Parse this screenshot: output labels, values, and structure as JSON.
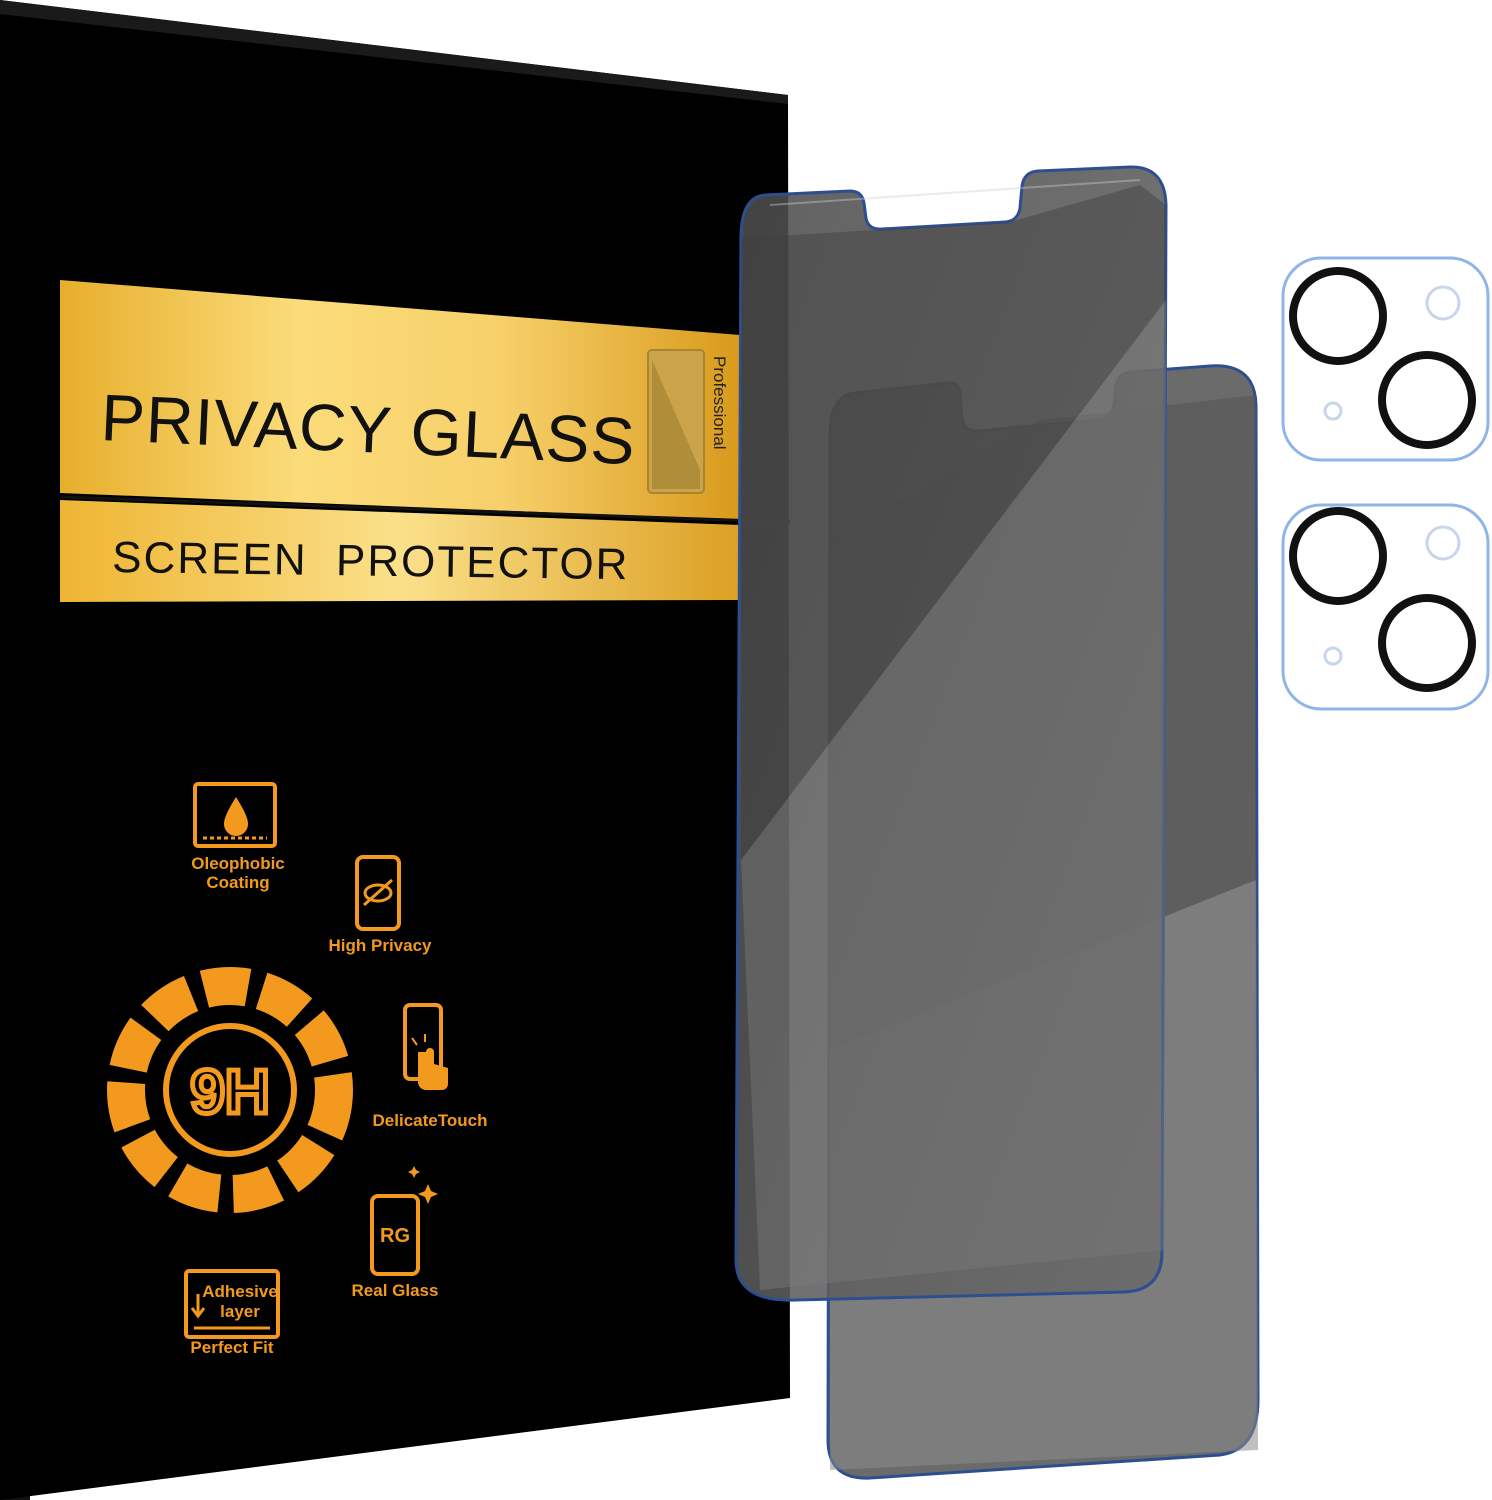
{
  "box": {
    "title": "PRIVACY GLASS",
    "subtitle": "SCREEN  PROTECTOR",
    "side_label": "Professional"
  },
  "features": {
    "oleophobic_line1": "Oleophobic",
    "oleophobic_line2": "Coating",
    "high_privacy": "High Privacy",
    "hardness": "9H",
    "delicate_touch": "DelicateTouch",
    "real_glass_badge": "RG",
    "real_glass": "Real Glass",
    "adhesive_line1": "Adhesive",
    "adhesive_line2": "layer",
    "perfect_fit": "Perfect Fit"
  },
  "colors": {
    "box_black": "#000000",
    "gold_band": "#f5c64a",
    "feature_orange": "#f39a1e",
    "privacy_glass": "#5e5e5e",
    "glass_edge_blue": "#2e4f8f",
    "lens_ring": "#111111"
  },
  "icons": [
    "oil-drop-icon",
    "eye-slash-phone-icon",
    "hardness-wheel-icon",
    "touch-phone-icon",
    "real-glass-icon",
    "adhesive-layer-icon",
    "camera-lens-protector-icon"
  ]
}
